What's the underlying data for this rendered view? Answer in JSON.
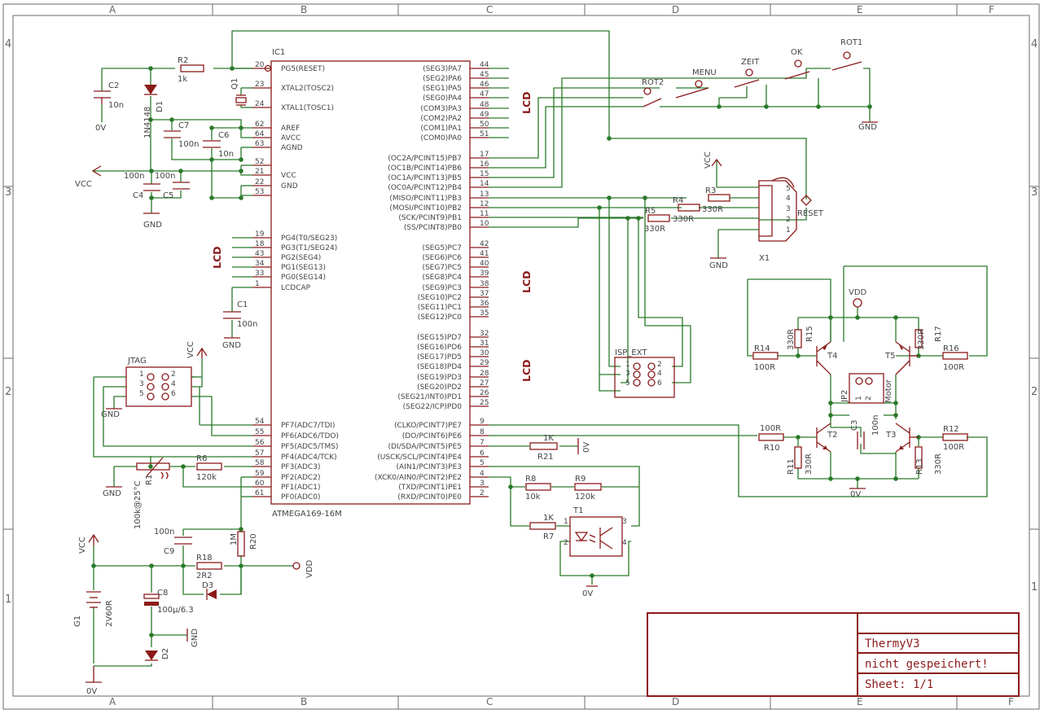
{
  "frame": {
    "cols": [
      "A",
      "B",
      "C",
      "D",
      "E",
      "F"
    ],
    "rows": [
      "4",
      "3",
      "2",
      "1"
    ]
  },
  "title_block": {
    "name": "ThermyV3",
    "status": "nicht gespeichert!",
    "sheet": "Sheet: 1/1"
  },
  "ic1": {
    "name": "IC1",
    "type": "ATMEGA169-16M",
    "left_pins": [
      {
        "num": "20",
        "label": "PG5(RESET)"
      },
      {
        "num": "23",
        "label": "XTAL2(TOSC2)"
      },
      {
        "num": "24",
        "label": "XTAL1(TOSC1)"
      },
      {
        "num": "62",
        "label": "AREF"
      },
      {
        "num": "64",
        "label": "AVCC"
      },
      {
        "num": "63",
        "label": "AGND"
      },
      {
        "num": "52",
        "label": ""
      },
      {
        "num": "21",
        "label": "VCC"
      },
      {
        "num": "22",
        "label": "GND"
      },
      {
        "num": "53",
        "label": ""
      },
      {
        "num": "19",
        "label": "PG4(T0/SEG23)"
      },
      {
        "num": "18",
        "label": "PG3(T1/SEG24)"
      },
      {
        "num": "43",
        "label": "PG2(SEG4)"
      },
      {
        "num": "34",
        "label": "PG1(SEG13)"
      },
      {
        "num": "33",
        "label": "PG0(SEG14)"
      },
      {
        "num": "1",
        "label": "LCDCAP"
      },
      {
        "num": "54",
        "label": "PF7(ADC7/TDI)"
      },
      {
        "num": "55",
        "label": "PF6(ADC6/TDO)"
      },
      {
        "num": "56",
        "label": "PF5(ADC5/TMS)"
      },
      {
        "num": "57",
        "label": "PF4(ADC4/TCK)"
      },
      {
        "num": "58",
        "label": "PF3(ADC3)"
      },
      {
        "num": "59",
        "label": "PF2(ADC2)"
      },
      {
        "num": "60",
        "label": "PF1(ADC1)"
      },
      {
        "num": "61",
        "label": "PF0(ADC0)"
      }
    ],
    "right_pins": [
      {
        "num": "44",
        "label": "(SEG3)PA7"
      },
      {
        "num": "45",
        "label": "(SEG2)PA6"
      },
      {
        "num": "46",
        "label": "(SEG1)PA5"
      },
      {
        "num": "47",
        "label": "(SEG0)PA4"
      },
      {
        "num": "48",
        "label": "(COM3)PA3"
      },
      {
        "num": "49",
        "label": "(COM2)PA2"
      },
      {
        "num": "50",
        "label": "(COM1)PA1"
      },
      {
        "num": "51",
        "label": "(COM0)PA0"
      },
      {
        "num": "17",
        "label": "(OC2A/PCINT15)PB7"
      },
      {
        "num": "16",
        "label": "(OC1B/PCINT14)PB6"
      },
      {
        "num": "15",
        "label": "(OC1A/PCINT13)PB5"
      },
      {
        "num": "14",
        "label": "(OC0A/PCINT12)PB4"
      },
      {
        "num": "13",
        "label": "(MISO/PCINT11)PB3"
      },
      {
        "num": "12",
        "label": "(MOSI/PCINT10)PB2"
      },
      {
        "num": "11",
        "label": "(SCK/PCINT9)PB1"
      },
      {
        "num": "10",
        "label": "(SS/PCINT8)PB0"
      },
      {
        "num": "42",
        "label": "(SEG5)PC7"
      },
      {
        "num": "41",
        "label": "(SEG6)PC6"
      },
      {
        "num": "40",
        "label": "(SEG7)PC5"
      },
      {
        "num": "39",
        "label": "(SEG8)PC4"
      },
      {
        "num": "38",
        "label": "(SEG9)PC3"
      },
      {
        "num": "37",
        "label": "(SEG10)PC2"
      },
      {
        "num": "36",
        "label": "(SEG11)PC1"
      },
      {
        "num": "35",
        "label": "(SEG12)PC0"
      },
      {
        "num": "32",
        "label": "(SEG15)PD7"
      },
      {
        "num": "31",
        "label": "(SEG16)PD6"
      },
      {
        "num": "30",
        "label": "(SEG17)PD5"
      },
      {
        "num": "29",
        "label": "(SEG18)PD4"
      },
      {
        "num": "28",
        "label": "(SEG19)PD3"
      },
      {
        "num": "27",
        "label": "(SEG20)PD2"
      },
      {
        "num": "26",
        "label": "(SEG21/INT0)PD1"
      },
      {
        "num": "25",
        "label": "(SEG22/ICP)PD0"
      },
      {
        "num": "9",
        "label": "(CLKO/PCINT7)PE7"
      },
      {
        "num": "8",
        "label": "(DO/PCINT6)PE6"
      },
      {
        "num": "7",
        "label": "(DI/SDA/PCINT5)PE5"
      },
      {
        "num": "6",
        "label": "(USCK/SCL/PCINT4)PE4"
      },
      {
        "num": "5",
        "label": "(AIN1/PCINT3)PE3"
      },
      {
        "num": "4",
        "label": "(XCK0/AIN0/PCINT2)PE2"
      },
      {
        "num": "3",
        "label": "(TXD/PCINT1)PE1"
      },
      {
        "num": "2",
        "label": "(RXD/PCINT0)PE0"
      }
    ]
  },
  "lcd_label": "LCD",
  "parts": {
    "r2": {
      "name": "R2",
      "value": "1k"
    },
    "c2": {
      "name": "C2",
      "value": "10n"
    },
    "d1": {
      "name": "D1",
      "value": "1N4148"
    },
    "q1": {
      "name": "Q1"
    },
    "c7": {
      "name": "C7",
      "value": "100n"
    },
    "c6": {
      "name": "C6",
      "value": "10n"
    },
    "c4": {
      "name": "C4",
      "value": "100n"
    },
    "c5": {
      "name": "C5",
      "value": "100n"
    },
    "c1": {
      "name": "C1",
      "value": "100n"
    },
    "jtag": {
      "name": "JTAG",
      "pins": [
        "1",
        "2",
        "3",
        "4",
        "5",
        "6"
      ]
    },
    "r6": {
      "name": "R6",
      "value": "120k"
    },
    "r1": {
      "name": "R1",
      "value": "100k@25°C"
    },
    "c9": {
      "name": "C9",
      "value": "100n"
    },
    "r20": {
      "name": "R20",
      "value": "1M"
    },
    "r18": {
      "name": "R18",
      "value": "2R2"
    },
    "d3": {
      "name": "D3"
    },
    "c8": {
      "name": "C8",
      "value": "100µ/6.3"
    },
    "g1": {
      "name": "G1",
      "value": "2V60R"
    },
    "d2": {
      "name": "D2"
    },
    "r21": {
      "name": "R21",
      "value": "1K"
    },
    "r8": {
      "name": "R8",
      "value": "10k"
    },
    "r9": {
      "name": "R9",
      "value": "120k"
    },
    "r7": {
      "name": "R7",
      "value": "1K"
    },
    "t1": {
      "name": "T1",
      "pins": [
        "1",
        "2",
        "3",
        "4"
      ]
    },
    "isp": {
      "name": "ISP_EXT",
      "pins": [
        "1",
        "2",
        "3",
        "4",
        "5",
        "6"
      ]
    },
    "x1": {
      "name": "X1",
      "pins": [
        "5",
        "4",
        "3",
        "2",
        "1"
      ]
    },
    "r3": {
      "name": "R3",
      "value": "330R"
    },
    "r4": {
      "name": "R4",
      "value": "330R"
    },
    "r5": {
      "name": "R5",
      "value": "330R"
    },
    "reset": "RESET",
    "sw_rot2": "ROT2",
    "sw_menu": "MENU",
    "sw_zeit": "ZEIT",
    "sw_ok": "OK",
    "sw_rot1": "ROT1",
    "r14": {
      "name": "R14",
      "value": "100R"
    },
    "r15": {
      "name": "R15",
      "value": "330R"
    },
    "t4": {
      "name": "T4"
    },
    "t5": {
      "name": "T5"
    },
    "r17": {
      "name": "R17",
      "value": "330R"
    },
    "r16": {
      "name": "R16",
      "value": "100R"
    },
    "jp2": {
      "name": "JP2",
      "label": "Motor",
      "pins": [
        "1",
        "2"
      ]
    },
    "r10": {
      "name": "R10",
      "value": "100R"
    },
    "t2": {
      "name": "T2"
    },
    "c3": {
      "name": "C3",
      "value": "100n"
    },
    "t3": {
      "name": "T3"
    },
    "r12": {
      "name": "R12",
      "value": "100R"
    },
    "r11": {
      "name": "R11",
      "value": "330R"
    },
    "r13": {
      "name": "R13",
      "value": "330R"
    }
  },
  "nets": {
    "gnd": "GND",
    "vcc": "VCC",
    "vdd": "VDD",
    "zero_v": "0V"
  },
  "colors": {
    "wire": "#2a7a2a",
    "component": "#8b1a1a",
    "text": "#444444",
    "frame": "#6b6b6b"
  }
}
